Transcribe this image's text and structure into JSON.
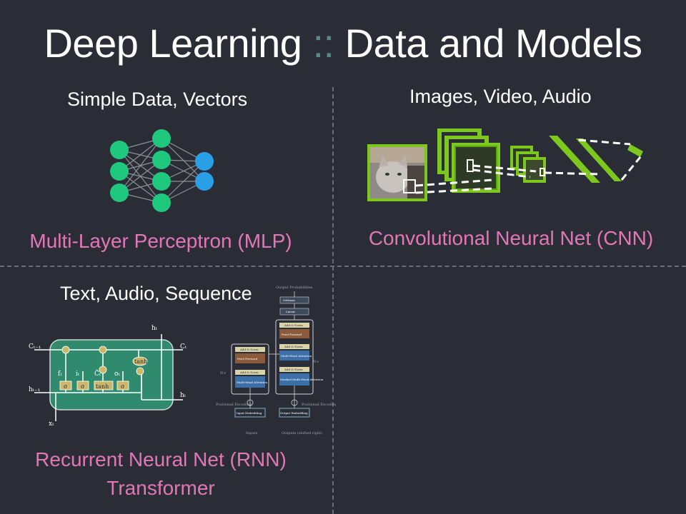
{
  "title": {
    "part1": "Deep Learning",
    "separator": "::",
    "part2": "Data and Models"
  },
  "quadrants": {
    "mlp": {
      "data_type": "Simple Data, Vectors",
      "model": "Multi-Layer Perceptron (MLP)"
    },
    "cnn": {
      "data_type": "Images, Video, Audio",
      "model": "Convolutional Neural Net (CNN)"
    },
    "rnn": {
      "data_type": "Text, Audio, Sequence",
      "model_line1": "Recurrent Neural Net (RNN)",
      "model_line2": "Transformer"
    }
  },
  "lstm_labels": {
    "c_prev": "Cₜ₋₁",
    "c_t": "Cₜ",
    "h_prev": "hₜ₋₁",
    "h_t": "hₜ",
    "h_t_top": "hₜ",
    "x_t": "xₜ",
    "f_t": "fₜ",
    "i_t": "iₜ",
    "c_tilde": "C̃ₜ",
    "o_t": "oₜ",
    "sigma": "σ",
    "tanh": "tanh"
  },
  "transformer_labels": {
    "output_probabilities": "Output Probabilities",
    "softmax": "Softmax",
    "linear": "Linear",
    "add_norm": "Add & Norm",
    "feed_forward": "Feed Forward",
    "multi_head_attention": "Multi-Head Attention",
    "masked_multi_head_attention": "Masked Multi-Head Attention",
    "positional_encoding": "Positional Encoding",
    "input_embedding": "Input Embedding",
    "output_embedding": "Output Embedding",
    "inputs": "Inputs",
    "outputs_shifted": "Outputs (shifted right)",
    "nx_left": "N×",
    "nx_right": "N×"
  },
  "colors": {
    "background": "#2b2d36",
    "mlp_node_green": "#1ec97e",
    "mlp_node_blue": "#2b9fe6",
    "model_label_pink": "#e277b8",
    "cnn_green": "#7dc81e",
    "lstm_cell_teal": "#2f8a6e"
  }
}
